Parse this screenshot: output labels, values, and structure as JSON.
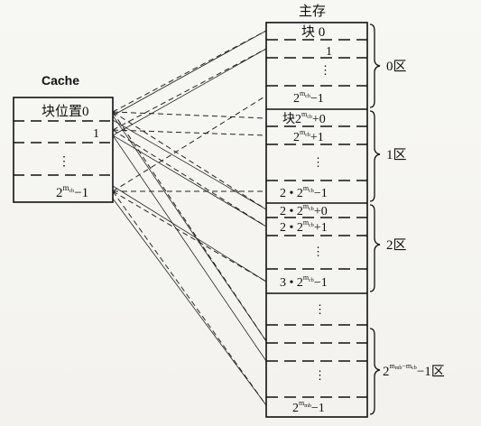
{
  "labels": {
    "cache": "Cache",
    "main_memory": "主存"
  },
  "cache": {
    "row0": "块位置0",
    "row1": "1",
    "dots": "⋮",
    "last_base": "2",
    "last_exp": "m",
    "last_exp_sub": "cb",
    "last_suffix": "−1"
  },
  "memory": {
    "block0": "块 0",
    "block1": "1",
    "dots": "⋮",
    "zones": [
      {
        "label": "0区",
        "last": {
          "prefix": "",
          "base": "2",
          "exp": "m",
          "sub": "cb",
          "suffix": "−1"
        }
      },
      {
        "label": "1区",
        "first": {
          "prefix": "块",
          "base": "2",
          "exp": "m",
          "sub": "cb",
          "suffix": "+0"
        },
        "second": {
          "prefix": "",
          "base": "2",
          "exp": "m",
          "sub": "cb",
          "suffix": "+1"
        },
        "last": {
          "prefix": "2 • ",
          "base": "2",
          "exp": "m",
          "sub": "cb",
          "suffix": "−1"
        }
      },
      {
        "label": "2区",
        "first": {
          "prefix": "2 • ",
          "base": "2",
          "exp": "m",
          "sub": "cb",
          "suffix": "+0"
        },
        "second": {
          "prefix": "2 • ",
          "base": "2",
          "exp": "m",
          "sub": "cb",
          "suffix": "+1"
        },
        "last": {
          "prefix": "3 • ",
          "base": "2",
          "exp": "m",
          "sub": "cb",
          "suffix": "−1"
        }
      },
      {
        "label_base": "2",
        "label_exp": "m",
        "label_exp_sub": "mb",
        "label_mid": "−m",
        "label_mid_sub": "cb",
        "label_suffix": "−1区",
        "last": {
          "prefix": "",
          "base": "2",
          "exp": "m",
          "sub": "mb",
          "suffix": "−1"
        }
      }
    ]
  }
}
